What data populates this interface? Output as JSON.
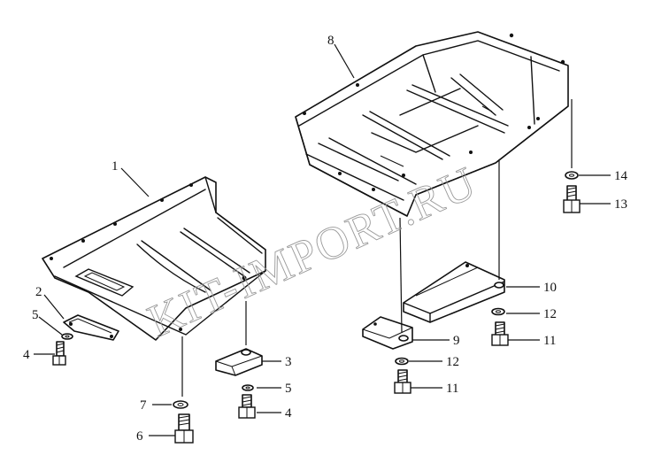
{
  "watermark": "KIT-IMPORT.RU",
  "callouts": [
    {
      "id": "1",
      "label": "1"
    },
    {
      "id": "2",
      "label": "2"
    },
    {
      "id": "3",
      "label": "3"
    },
    {
      "id": "4a",
      "label": "4"
    },
    {
      "id": "4b",
      "label": "4"
    },
    {
      "id": "5a",
      "label": "5"
    },
    {
      "id": "5b",
      "label": "5"
    },
    {
      "id": "6",
      "label": "6"
    },
    {
      "id": "7",
      "label": "7"
    },
    {
      "id": "8",
      "label": "8"
    },
    {
      "id": "9",
      "label": "9"
    },
    {
      "id": "10",
      "label": "10"
    },
    {
      "id": "11a",
      "label": "11"
    },
    {
      "id": "11b",
      "label": "11"
    },
    {
      "id": "12a",
      "label": "12"
    },
    {
      "id": "12b",
      "label": "12"
    },
    {
      "id": "13",
      "label": "13"
    },
    {
      "id": "14",
      "label": "14"
    }
  ]
}
